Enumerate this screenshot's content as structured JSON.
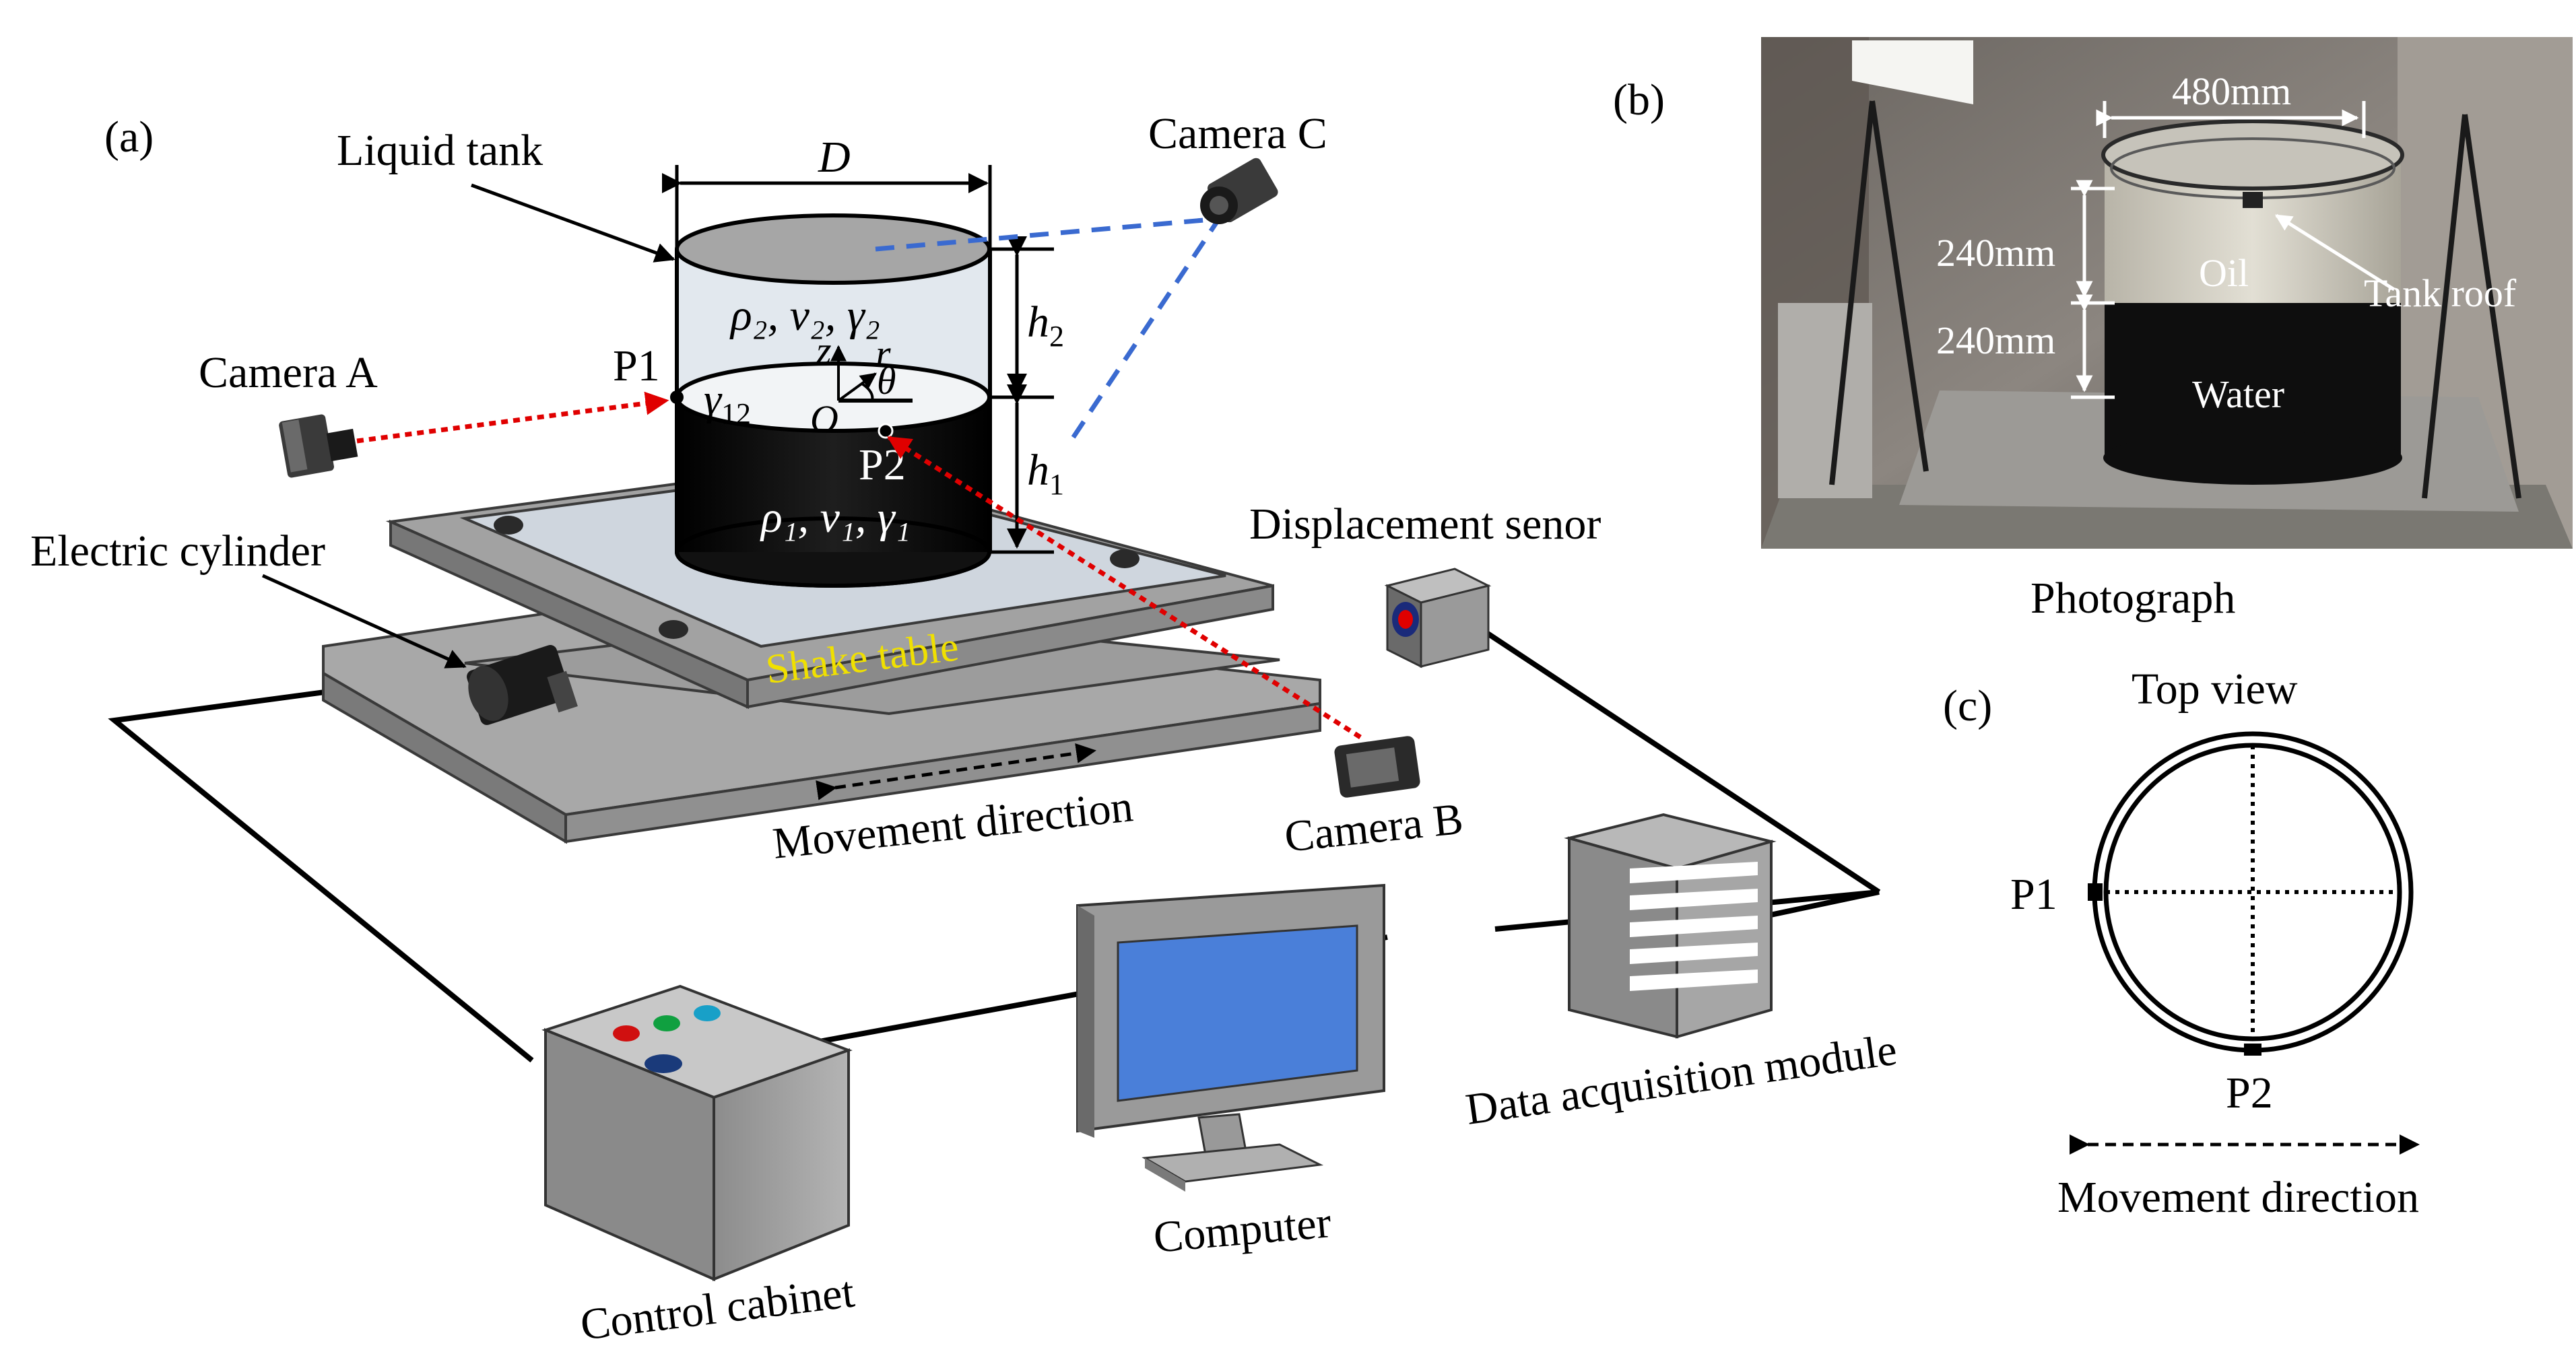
{
  "panels": {
    "a": "(a)",
    "b": "(b)",
    "c": "(c)"
  },
  "labels": {
    "liquid_tank": "Liquid tank",
    "camera_a": "Camera A",
    "camera_b": "Camera B",
    "camera_c": "Camera C",
    "electric_cylinder": "Electric cylinder",
    "shake_table": "Shake table",
    "movement_direction": "Movement direction",
    "displacement_sensor": "Displacement senor",
    "control_cabinet": "Control cabinet",
    "computer": "Computer",
    "data_acquisition": "Data acquisition module",
    "photograph": "Photograph",
    "top_view": "Top view",
    "movement_direction_c": "Movement direction"
  },
  "tank": {
    "diameter": "D",
    "h1": "h",
    "h1_sub": "1",
    "h2": "h",
    "h2_sub": "2",
    "upper_props": "ρ₂, ν₂, γ₂",
    "lower_props": "ρ₁, ν₁, γ₁",
    "interface": "γ",
    "interface_sub": "12",
    "p1": "P1",
    "p2": "P2",
    "axis_z": "z",
    "axis_r": "r",
    "axis_theta": "θ",
    "origin": "O"
  },
  "photo": {
    "width": "480mm",
    "upper_height": "240mm",
    "lower_height": "240mm",
    "oil": "Oil",
    "tank_roof": "Tank roof",
    "water": "Water"
  },
  "top_view": {
    "p1": "P1",
    "p2": "P2"
  }
}
